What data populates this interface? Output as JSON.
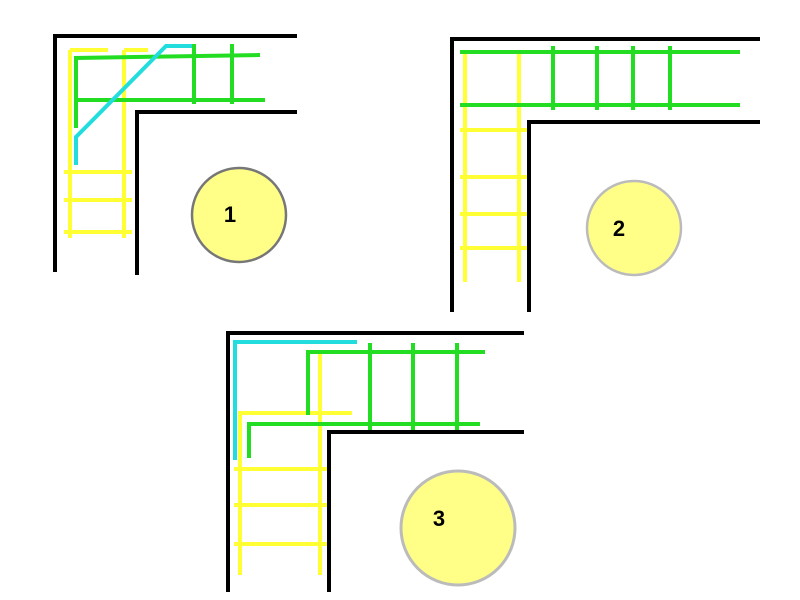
{
  "colors": {
    "wall": "#000000",
    "bar_yellow": "#ffff33",
    "bar_green": "#22dd22",
    "bar_cyan": "#22dddd",
    "badge_fill": "#ffff88",
    "badge_stroke_1": "#777777",
    "badge_stroke_2": "#bbbbbb",
    "background": "#ffffff"
  },
  "badges": [
    {
      "label": "1"
    },
    {
      "label": "2"
    },
    {
      "label": "3"
    }
  ]
}
